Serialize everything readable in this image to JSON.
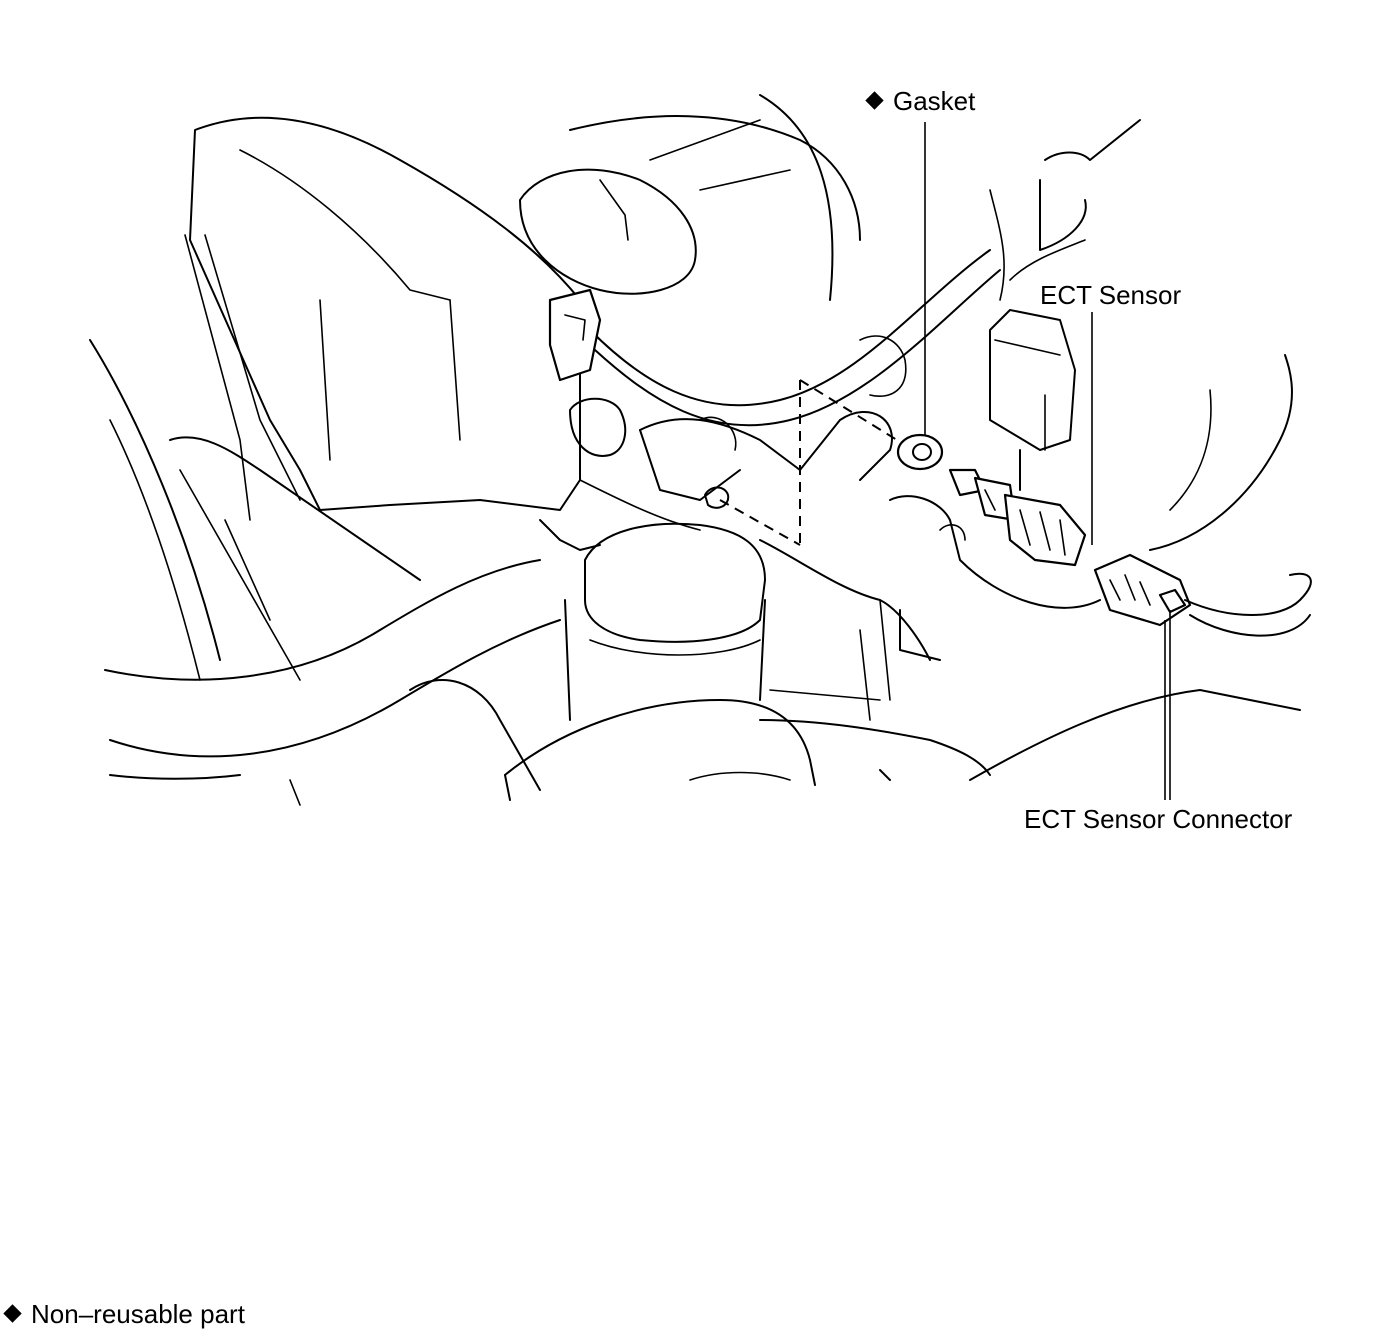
{
  "labels": {
    "gasket": "Gasket",
    "ect_sensor": "ECT Sensor",
    "ect_sensor_connector": "ECT Sensor Connector",
    "legend": "Non–reusable part"
  },
  "legend_symbol": "diamond-icon",
  "colors": {
    "ink": "#000000",
    "background": "#ffffff"
  }
}
